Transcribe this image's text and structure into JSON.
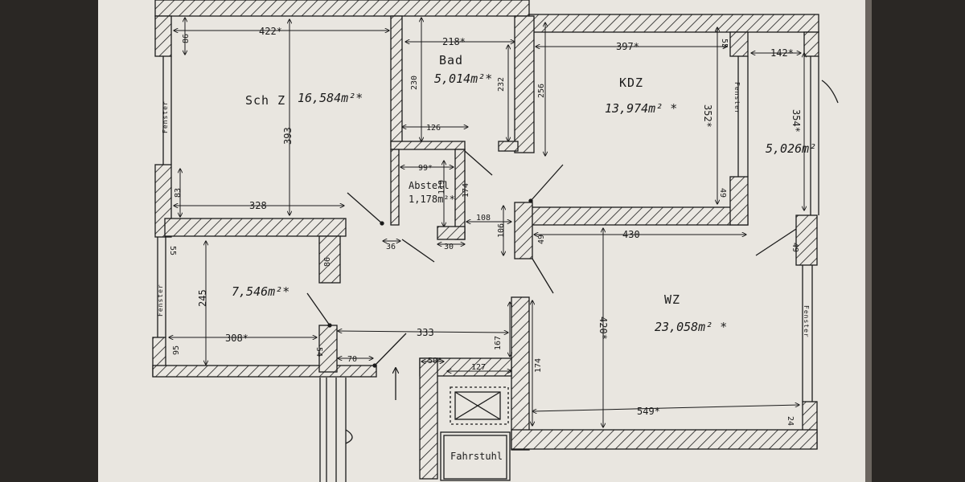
{
  "rooms": {
    "schz": {
      "name": "Sch Z",
      "area": "16,584m²*"
    },
    "bad": {
      "name": "Bad",
      "area": "5,014m²*"
    },
    "kdz": {
      "name": "KDZ",
      "area": "13,974m² *"
    },
    "abstell": {
      "name": "Abstell",
      "area": "1,178m²*"
    },
    "small": {
      "name": "",
      "area": "5,026m²"
    },
    "kinder": {
      "name": "",
      "area": "7,546m²*"
    },
    "wz": {
      "name": "WZ",
      "area": "23,058m² *"
    },
    "lift": {
      "name": "Fahrstuhl"
    }
  },
  "dims": {
    "d422": "422*",
    "d86a": "86",
    "d393": "393",
    "d328": "328",
    "d83": "83",
    "d218": "218*",
    "d230": "230",
    "d232": "232",
    "d126": "126",
    "d99": "99*",
    "d119": "119",
    "d174": "174",
    "d108": "108",
    "d36": "36",
    "d30": "30",
    "d106": "106",
    "d49a": "49",
    "d397": "397*",
    "d256": "256",
    "d352": "352*",
    "d49b": "49",
    "d55a": "55",
    "d142": "142*",
    "d354": "354*",
    "d49c": "49",
    "d430": "430",
    "d420": "420*",
    "d549": "549*",
    "d24": "24",
    "d174b": "174",
    "d55b": "55",
    "d245": "245",
    "d86b": "86",
    "d308": "308*",
    "d95": "95",
    "d54": "54",
    "d70": "70",
    "d333": "333",
    "d167": "167",
    "d50": "50*",
    "d127": "127"
  },
  "windows": {
    "w1": "Fenster",
    "w2": "Fenster",
    "w3": "Fenster",
    "w4": "Fenster"
  },
  "colors": {
    "paper": "#e9e6e0",
    "ink": "#1b1b1b",
    "background": "#2a2724"
  }
}
